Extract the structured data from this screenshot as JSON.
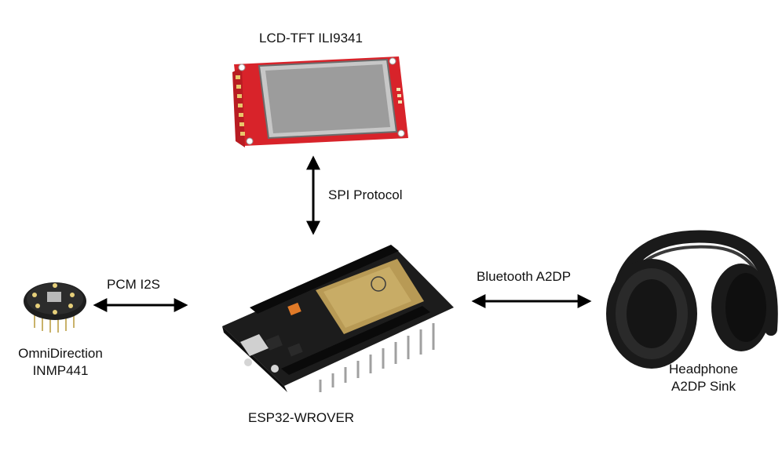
{
  "nodes": {
    "lcd": {
      "label": "LCD-TFT ILI9341"
    },
    "esp32": {
      "label": "ESP32-WROVER"
    },
    "mic": {
      "label_line1": "OmniDirection",
      "label_line2": "INMP441"
    },
    "headphone": {
      "label_line1": "Headphone",
      "label_line2": "A2DP Sink"
    }
  },
  "edges": {
    "spi": {
      "label": "SPI Protocol"
    },
    "pcm": {
      "label": "PCM I2S"
    },
    "bt": {
      "label": "Bluetooth A2DP"
    }
  },
  "colors": {
    "pcb_red": "#d8232a",
    "screen": "#9a9a9a",
    "board": "#1c1c1c",
    "module": "#b89a55",
    "headphone": "#1a1a1a"
  }
}
